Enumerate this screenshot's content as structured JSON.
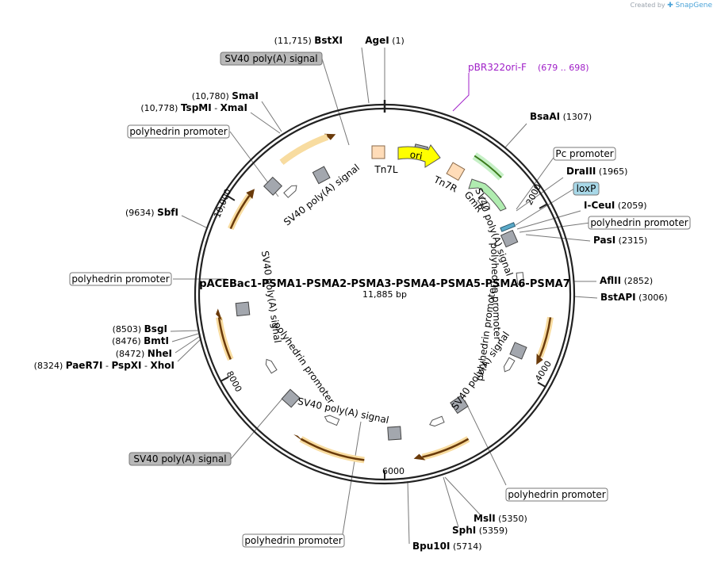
{
  "watermark": {
    "prefix": "Created by",
    "brand": "SnapGene"
  },
  "plasmid": {
    "name": "pACEBac1-PSMA1-PSMA2-PSMA3-PSMA4-PSMA5-PSMA6-PSMA7",
    "length": "11,885 bp"
  },
  "ticks": [
    "2000",
    "4000",
    "6000",
    "8000",
    "10,000"
  ],
  "sites": [
    {
      "id": "agei",
      "parts": [
        {
          "name": "AgeI"
        }
      ],
      "pos": "(1)"
    },
    {
      "id": "bstxi",
      "parts": [
        {
          "name": "BstXI"
        }
      ],
      "pos": "(11,715)",
      "pos_left": true
    },
    {
      "id": "bsaai",
      "parts": [
        {
          "name": "BsaAI"
        }
      ],
      "pos": "(1307)"
    },
    {
      "id": "draiii",
      "parts": [
        {
          "name": "DraIII"
        }
      ],
      "pos": "(1965)"
    },
    {
      "id": "iceui",
      "parts": [
        {
          "name": "I-CeuI"
        }
      ],
      "pos": "(2059)"
    },
    {
      "id": "pasi",
      "parts": [
        {
          "name": "PasI"
        }
      ],
      "pos": "(2315)"
    },
    {
      "id": "aflii",
      "parts": [
        {
          "name": "AflII"
        }
      ],
      "pos": "(2852)"
    },
    {
      "id": "bstapi",
      "parts": [
        {
          "name": "BstAPI"
        }
      ],
      "pos": "(3006)"
    },
    {
      "id": "msli",
      "parts": [
        {
          "name": "MslI"
        }
      ],
      "pos": "(5350)"
    },
    {
      "id": "sphi",
      "parts": [
        {
          "name": "SphI"
        }
      ],
      "pos": "(5359)"
    },
    {
      "id": "bpu10i",
      "parts": [
        {
          "name": "Bpu10I"
        }
      ],
      "pos": "(5714)"
    },
    {
      "id": "pae",
      "parts": [
        {
          "name": "PaeR7I"
        },
        {
          "name": "PspXI"
        },
        {
          "name": "XhoI"
        }
      ],
      "pos": "(8324)",
      "pos_left": true
    },
    {
      "id": "nhei",
      "parts": [
        {
          "name": "NheI"
        }
      ],
      "pos": "(8472)",
      "pos_left": true
    },
    {
      "id": "bmti",
      "parts": [
        {
          "name": "BmtI"
        }
      ],
      "pos": "(8476)",
      "pos_left": true
    },
    {
      "id": "bsgi",
      "parts": [
        {
          "name": "BsgI"
        }
      ],
      "pos": "(8503)",
      "pos_left": true
    },
    {
      "id": "sbfi",
      "parts": [
        {
          "name": "SbfI"
        }
      ],
      "pos": "(9634)",
      "pos_left": true
    },
    {
      "id": "tspmi",
      "parts": [
        {
          "name": "TspMI"
        },
        {
          "name": "XmaI"
        }
      ],
      "pos": "(10,778)",
      "pos_left": true
    },
    {
      "id": "smai",
      "parts": [
        {
          "name": "SmaI"
        }
      ],
      "pos": "(10,780)",
      "pos_left": true
    }
  ],
  "primer": {
    "name": "pBR322ori-F",
    "range": "(679 .. 698)",
    "color": "#a020c8"
  },
  "boxes": [
    {
      "id": "sv40-top",
      "text": "SV40 poly(A) signal",
      "style": "gray"
    },
    {
      "id": "poly-tl",
      "text": "polyhedrin promoter",
      "style": "white"
    },
    {
      "id": "pc",
      "text": "Pc promoter",
      "style": "white"
    },
    {
      "id": "loxp",
      "text": "loxP",
      "style": "blue"
    },
    {
      "id": "poly-r",
      "text": "polyhedrin promoter",
      "style": "white"
    },
    {
      "id": "poly-l",
      "text": "polyhedrin promoter",
      "style": "white"
    },
    {
      "id": "poly-br",
      "text": "polyhedrin promoter",
      "style": "white"
    },
    {
      "id": "sv40-bl",
      "text": "SV40 poly(A) signal",
      "style": "gray"
    },
    {
      "id": "poly-b",
      "text": "polyhedrin promoter",
      "style": "white"
    }
  ],
  "features": [
    {
      "id": "ori",
      "text": "ori",
      "color": "#ffff00"
    },
    {
      "id": "tn7l",
      "text": "Tn7L"
    },
    {
      "id": "tn7r",
      "text": "Tn7R"
    },
    {
      "id": "gmr",
      "text": "GmR",
      "color": "#ccffcc"
    },
    {
      "id": "sv40-1",
      "text": "SV40 poly(A) signal"
    },
    {
      "id": "sv40-2",
      "text": "SV40 poly(A) signal"
    },
    {
      "id": "sv40-3",
      "text": "SV40 poly(A) signal"
    },
    {
      "id": "sv40-4",
      "text": "SV40 poly(A) signal"
    },
    {
      "id": "sv40-5",
      "text": "SV40 poly(A) signal"
    },
    {
      "id": "poly-1",
      "text": "polyhedrin promoter"
    },
    {
      "id": "poly-2",
      "text": "polyhedrin promoter"
    },
    {
      "id": "poly-3",
      "text": "polyhedrin promoter"
    }
  ],
  "colors": {
    "cds": "#f5b324",
    "terminator": "#a3a7ae",
    "tn7": "#ffdcb8",
    "gmr": "#b0ecb0",
    "ori": "#ffff00",
    "loxp": "#5aa9c8",
    "primer": "#a020c8"
  }
}
